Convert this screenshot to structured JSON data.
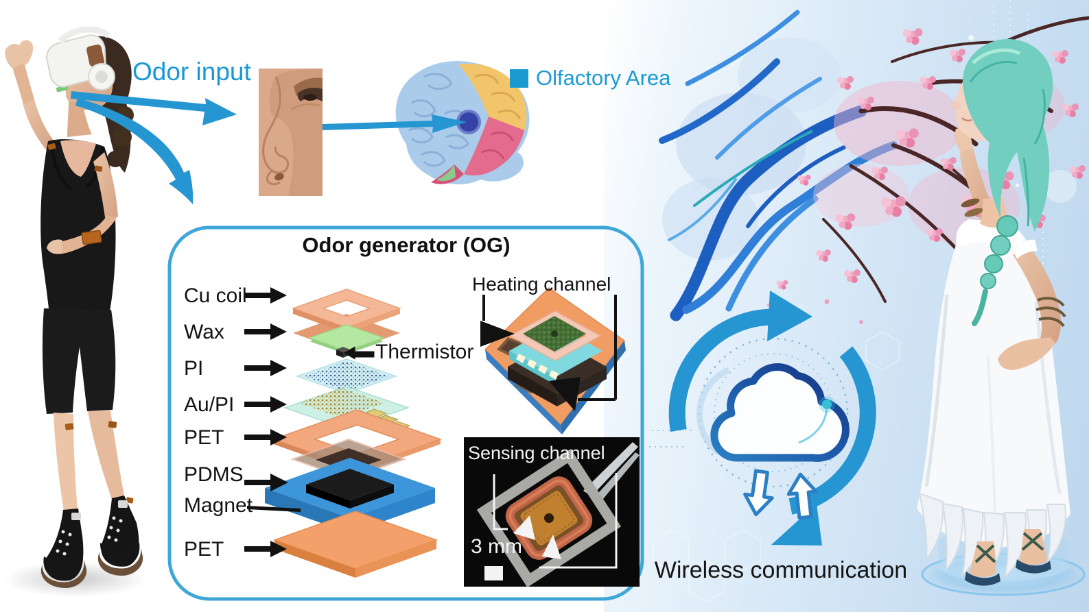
{
  "figure": {
    "odor_input_label": "Odor input",
    "olfactory_area_label": "Olfactory Area",
    "wireless_label": "Wireless communication"
  },
  "og_box": {
    "title": "Odor generator (OG)",
    "thermistor_label": "Thermistor",
    "heating_channel_label": "Heating channel",
    "sensing_channel_label": "Sensing channel",
    "scale_bar_label": "3 mm",
    "layers": [
      "Cu coil",
      "Wax",
      "PI",
      "Au/PI",
      "PET",
      "PDMS",
      "Magnet",
      "PET"
    ]
  },
  "icons": {
    "olfactory_legend": "legend-square",
    "cloud_sync": "cloud-sync-icon",
    "cycle_arrows": "cycle-arrows-icon"
  },
  "colors": {
    "accent_blue": "#1b9ad2",
    "box_border": "#3fa7d8",
    "arrow_blue": "#2596d1",
    "cloud_navy": "#16368a",
    "cloud_blue": "#2b7fc4",
    "wax_green": "#b4e8a0",
    "pet_orange": "#f3a06a",
    "magnet_black": "#1b1b1b",
    "pdms_blue": "#3e96da",
    "text_black": "#111111"
  }
}
